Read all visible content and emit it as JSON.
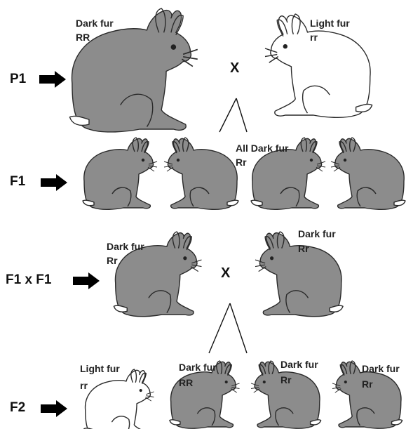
{
  "colors": {
    "dark_fur": "#8c8c8c",
    "light_fur": "#ffffff",
    "outline": "#2a2a2a",
    "arrow": "#000000"
  },
  "generations": {
    "p1": {
      "label": "P1"
    },
    "f1": {
      "label": "F1"
    },
    "f1xf1": {
      "label": "F1 x F1"
    },
    "f2": {
      "label": "F2"
    }
  },
  "cross_symbol": "X",
  "p1_parents": [
    {
      "phenotype": "Dark fur",
      "genotype": "RR",
      "fur": "dark"
    },
    {
      "phenotype": "Light fur",
      "genotype": "rr",
      "fur": "light"
    }
  ],
  "f1_offspring": {
    "phenotype": "All Dark fur",
    "genotype": "Rr",
    "count": 4,
    "fur": "dark"
  },
  "f1_cross_parents": [
    {
      "phenotype": "Dark fur",
      "genotype": "Rr",
      "fur": "dark"
    },
    {
      "phenotype": "Dark fur",
      "genotype": "Rr",
      "fur": "dark"
    }
  ],
  "f2_offspring": [
    {
      "phenotype": "Light fur",
      "genotype": "rr",
      "fur": "light"
    },
    {
      "phenotype": "Dark fur",
      "genotype": "RR",
      "fur": "dark"
    },
    {
      "phenotype": "Dark fur",
      "genotype": "Rr",
      "fur": "dark"
    },
    {
      "phenotype": "Dark fur",
      "genotype": "Rr",
      "fur": "dark"
    }
  ],
  "icons": {
    "rabbit": "rabbit-icon",
    "arrow": "arrow-right-icon"
  }
}
